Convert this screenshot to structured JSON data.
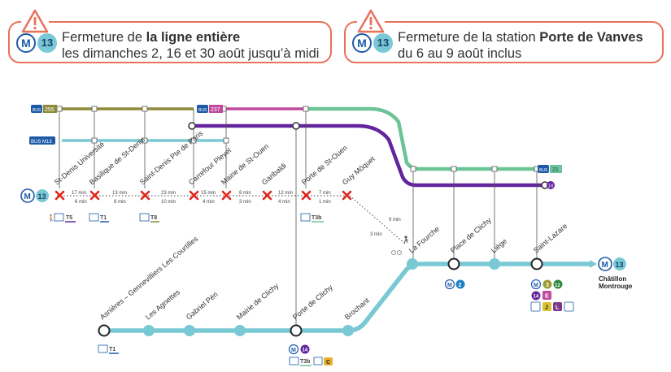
{
  "notices": [
    {
      "line": "13",
      "text_pre": "Fermeture de ",
      "text_bold": "la ligne entière",
      "text_post": "",
      "line2": "les dimanches 2, 16 et 30 août jusqu’à midi"
    },
    {
      "line": "13",
      "text_pre": "Fermeture de la station ",
      "text_bold": "Porte de Vanves",
      "text_post": "",
      "line2": "du 6 au 9 août inclus"
    }
  ],
  "metro_symbol": "M",
  "closed_branch": {
    "line": "13",
    "stations": [
      "St-Denis Université",
      "Basilique de St-Denis",
      "Saint-Denis Pte de Paris",
      "Carrefour Pleyel",
      "Mairie de St-Ouen",
      "Garibaldi",
      "Porte de St-Ouen",
      "Guy Môquet"
    ],
    "walk_times": [
      "17 min",
      "13 min",
      "23 min",
      "15 min",
      "8 min",
      "12 min",
      "7 min"
    ],
    "bike_times": [
      "6 min",
      "8 min",
      "10 min",
      "4 min",
      "3 min",
      "4 min",
      "1 min"
    ],
    "connections": [
      "T5",
      "T1",
      "T8",
      "T3b"
    ],
    "walk_to_fourche": "9 min",
    "bike_to_fourche": "3 min"
  },
  "bus_lines": [
    "255",
    "237",
    "M13",
    "21",
    "BUS"
  ],
  "main_branch": {
    "stations": [
      "La Fourche",
      "Place de Clichy",
      "Liège",
      "Saint-Lazare"
    ],
    "destination_line": "13",
    "destination": "Châtillon Montrouge",
    "connections_place_de_clichy": [
      "2"
    ],
    "connections_saint_lazare": [
      "3",
      "12",
      "14",
      "E",
      "J",
      "L"
    ]
  },
  "lower_branch": {
    "stations": [
      "Asnières – Gennevilliers Les Courtilles",
      "Les Agnettes",
      "Gabriel Péri",
      "Mairie de Clichy",
      "Porte de Clichy",
      "Brochant"
    ],
    "connections_courtilles": [
      "T1"
    ],
    "connections_porte_de_clichy": [
      "14",
      "T3b",
      "C"
    ]
  },
  "colors": {
    "line13": "#79c9d4",
    "line14": "#62259d",
    "bus_green": "#6cc496",
    "bus_olive": "#8e8a3a",
    "bus_pink": "#c04a9c",
    "closed": "#e2231a",
    "notice_border": "#e8715b",
    "metro_blue": "#1d5aa8"
  }
}
